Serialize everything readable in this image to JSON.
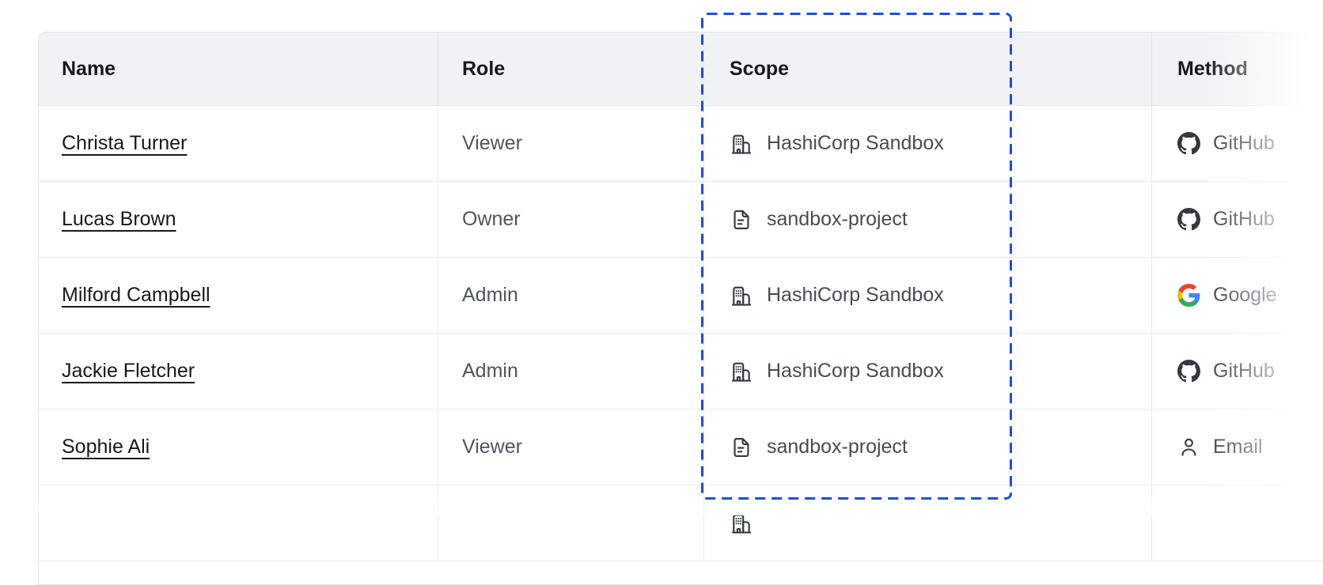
{
  "table": {
    "columns": [
      {
        "label": "Name"
      },
      {
        "label": "Role"
      },
      {
        "label": "Scope"
      },
      {
        "label": "Method"
      }
    ],
    "rows": [
      {
        "name": "Christa Turner",
        "role": "Viewer",
        "scope": {
          "icon": "org-icon",
          "label": "HashiCorp Sandbox"
        },
        "method": {
          "icon": "github-icon",
          "label": "GitHub"
        }
      },
      {
        "name": "Lucas Brown",
        "role": "Owner",
        "scope": {
          "icon": "project-icon",
          "label": "sandbox-project"
        },
        "method": {
          "icon": "github-icon",
          "label": "GitHub"
        }
      },
      {
        "name": "Milford Campbell",
        "role": "Admin",
        "scope": {
          "icon": "org-icon",
          "label": "HashiCorp Sandbox"
        },
        "method": {
          "icon": "google-icon",
          "label": "Google"
        }
      },
      {
        "name": "Jackie Fletcher",
        "role": "Admin",
        "scope": {
          "icon": "org-icon",
          "label": "HashiCorp Sandbox"
        },
        "method": {
          "icon": "github-icon",
          "label": "GitHub"
        }
      },
      {
        "name": "Sophie Ali",
        "role": "Viewer",
        "scope": {
          "icon": "project-icon",
          "label": "sandbox-project"
        },
        "method": {
          "icon": "email-icon",
          "label": "Email"
        }
      }
    ],
    "partial_row": {
      "scope": {
        "icon": "org-icon"
      }
    }
  },
  "annotation": {
    "type": "dashed-highlight-box",
    "target": "scope-column",
    "color": "#1e4ed8"
  },
  "colors": {
    "header_bg": "#f1f2f3",
    "border": "#e4e5e8",
    "link_text": "#17191c",
    "muted_text": "#50545b",
    "icon": "#343840",
    "annotation_blue": "#1e4ed8"
  }
}
